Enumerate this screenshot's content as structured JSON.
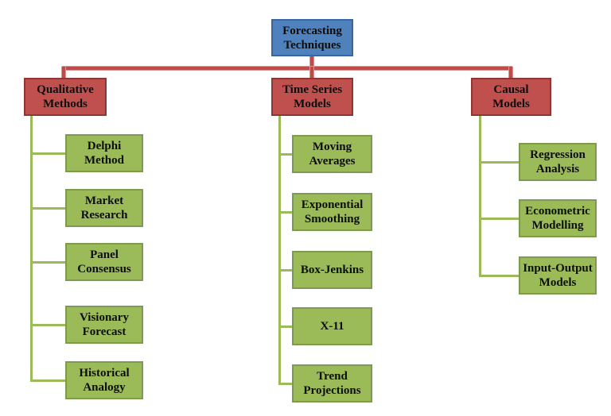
{
  "diagram": {
    "title": "Forecasting Techniques",
    "root": {
      "label": "Forecasting\nTechniques"
    },
    "branches": [
      {
        "label": "Qualitative\nMethods",
        "children": [
          "Delphi\nMethod",
          "Market\nResearch",
          "Panel\nConsensus",
          "Visionary\nForecast",
          "Historical\nAnalogy"
        ]
      },
      {
        "label": "Time Series\nModels",
        "children": [
          "Moving\nAverages",
          "Exponential\nSmoothing",
          "Box-Jenkins",
          "X-11",
          "Trend\nProjections"
        ]
      },
      {
        "label": "Causal\nModels",
        "children": [
          "Regression\nAnalysis",
          "Econometric\nModelling",
          "Input-Output\nModels"
        ]
      }
    ],
    "colors": {
      "root_fill": "#4f81bd",
      "root_border": "#3a65a0",
      "branch_fill": "#c0504d",
      "branch_border": "#8e3634",
      "leaf_fill": "#9bbb59",
      "leaf_border": "#7d9b4e",
      "red_connector": "#be4b48",
      "red_connector_halo": "#d99694",
      "green_connector": "#9bbb59",
      "text": "#0d0d0d",
      "background": "#ffffff"
    }
  }
}
